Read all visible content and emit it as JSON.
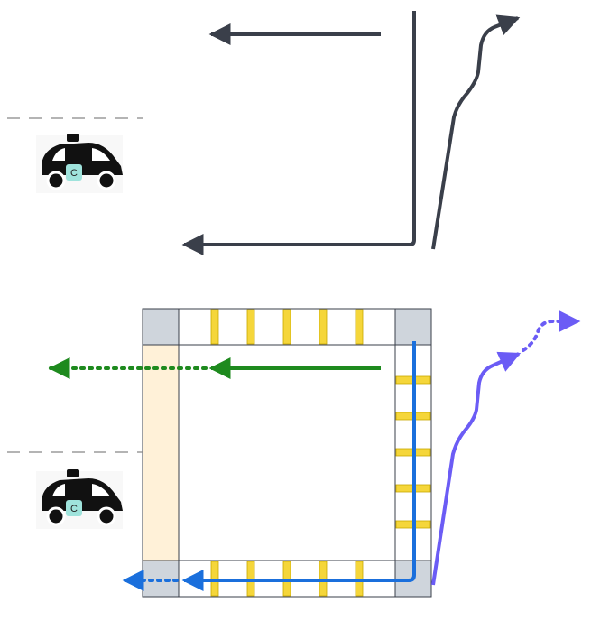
{
  "vehicles": [
    {
      "id": "car-top",
      "badge": "C"
    },
    {
      "id": "car-bottom",
      "badge": "C"
    }
  ],
  "colors": {
    "arrow_dark": "#3a3f4a",
    "arrow_green": "#1e8a1e",
    "arrow_blue": "#1a6fdc",
    "arrow_purple": "#6b5cf5",
    "car_body": "#111111",
    "car_badge": "#9fe3dc",
    "corner_tile": "#cfd5dc",
    "crosswalk_stripe": "#f5d63a",
    "sidewalk_fill": "#fff1d8",
    "lane_divider": "#888888"
  }
}
